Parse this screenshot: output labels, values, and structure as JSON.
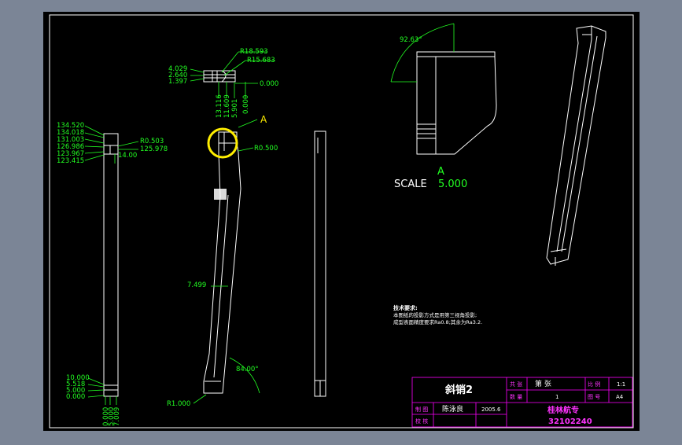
{
  "colors": {
    "background": "#7b8596",
    "sheet": "#000000",
    "geometry": "#ffffff",
    "dimension": "#22ff22",
    "titleblock": "#ff00ff",
    "highlight": "#ffee00"
  },
  "top_view": {
    "radii": [
      "R18.593",
      "R15.683"
    ],
    "left_dims": [
      "4.029",
      "2.640",
      "1.397"
    ],
    "vertical_dims": [
      "13.116",
      "11.609",
      "5.901",
      "0.000"
    ],
    "zero_right": "0.000"
  },
  "left_view": {
    "dims": [
      "134.520",
      "134.018",
      "131.003",
      "126.986",
      "123.967",
      "123.415"
    ],
    "radius_top": "R0.503",
    "dim_right": "125.978",
    "dim_small": "14.00",
    "bottom_dims": [
      "10.000",
      "5.518",
      "5.000",
      "0.000"
    ],
    "bottom_vertical_dims": [
      "0.000",
      "5.000",
      "7.009"
    ]
  },
  "main_view": {
    "detail_label": "A",
    "radius_top": "R0.500",
    "width_dim": "7.499",
    "angle": "84.00°",
    "radius_bottom": "R1.000"
  },
  "detail_view": {
    "angle": "92.63°",
    "label": "A",
    "scale_text": "SCALE",
    "scale_value": "5.000"
  },
  "notes": {
    "title": "技术要求:",
    "lines": [
      "本图纸的投影方式是用第三视角投影;",
      "成型表面精度要求Ra0.8;其余为Ra3.2."
    ]
  },
  "title_block": {
    "part_name": "斜销2",
    "labels": {
      "total_sheets": "共 张",
      "sheet": "第 张",
      "count": "数 量",
      "scale": "比 例",
      "drawing_no": "图 号",
      "drawn": "制 图",
      "checked": "校 核"
    },
    "values": {
      "sheet_no": "1",
      "scale": "1:1",
      "size": "A4",
      "designer": "陈泳良",
      "date": "2005.6",
      "school": "桂林航专",
      "number": "32102240"
    }
  }
}
